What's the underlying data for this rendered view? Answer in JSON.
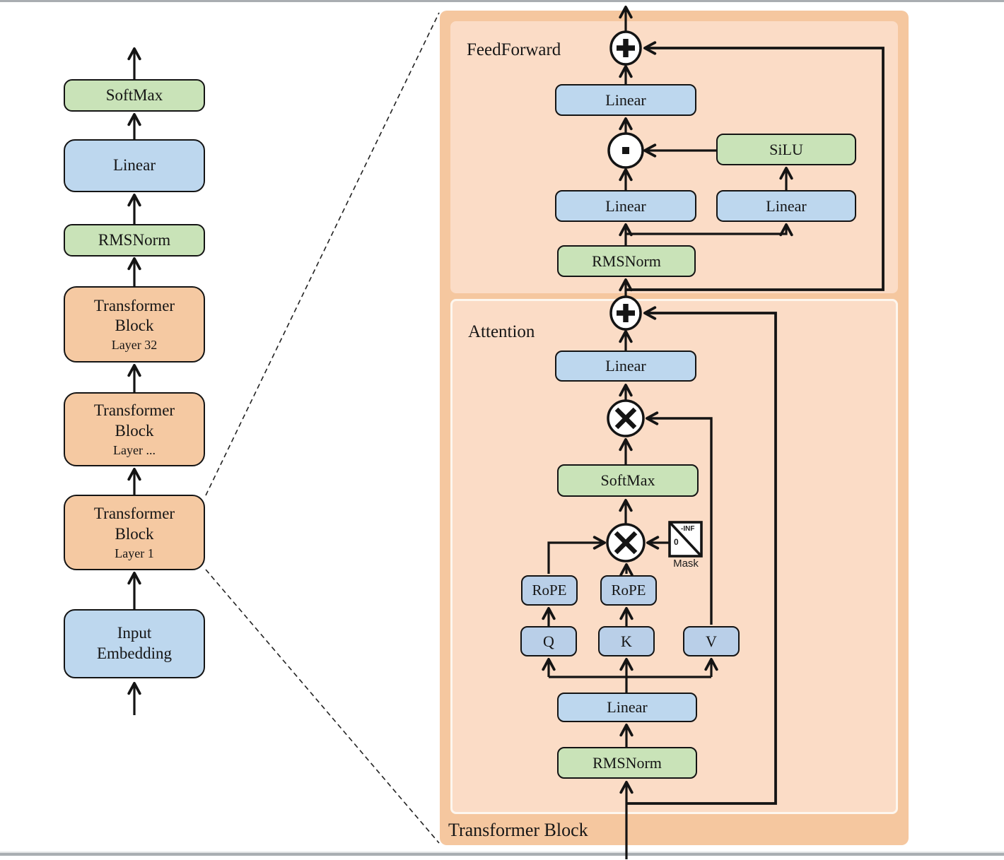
{
  "left_stack": {
    "blocks": [
      {
        "label": "SoftMax"
      },
      {
        "label": "Linear"
      },
      {
        "label": "RMSNorm"
      },
      {
        "label": "Transformer Block",
        "sublabel": "Layer 32"
      },
      {
        "label": "Transformer Block",
        "sublabel": "Layer ..."
      },
      {
        "label": "Transformer Block",
        "sublabel": "Layer 1"
      },
      {
        "label": "Input Embedding"
      }
    ]
  },
  "detail": {
    "container_label": "Transformer Block",
    "feedforward": {
      "label": "FeedForward",
      "linear_top": "Linear",
      "silu": "SiLU",
      "linear_left": "Linear",
      "linear_right": "Linear",
      "rmsnorm": "RMSNorm"
    },
    "attention": {
      "label": "Attention",
      "linear_out": "Linear",
      "softmax": "SoftMax",
      "rope_q": "RoPE",
      "rope_k": "RoPE",
      "q": "Q",
      "k": "K",
      "v": "V",
      "linear_in": "Linear",
      "rmsnorm": "RMSNorm",
      "mask": {
        "label": "Mask",
        "zero": "0",
        "neg_inf": "-INF"
      }
    }
  },
  "colors": {
    "block_blue": "#bdd7ee",
    "block_green": "#c9e3b8",
    "block_orange": "#f5c9a2",
    "qkv_blue": "#b9cfe8",
    "panel_outer": "#f5c79f",
    "panel_inner": "#fbdcc6",
    "line_black": "#141414"
  }
}
